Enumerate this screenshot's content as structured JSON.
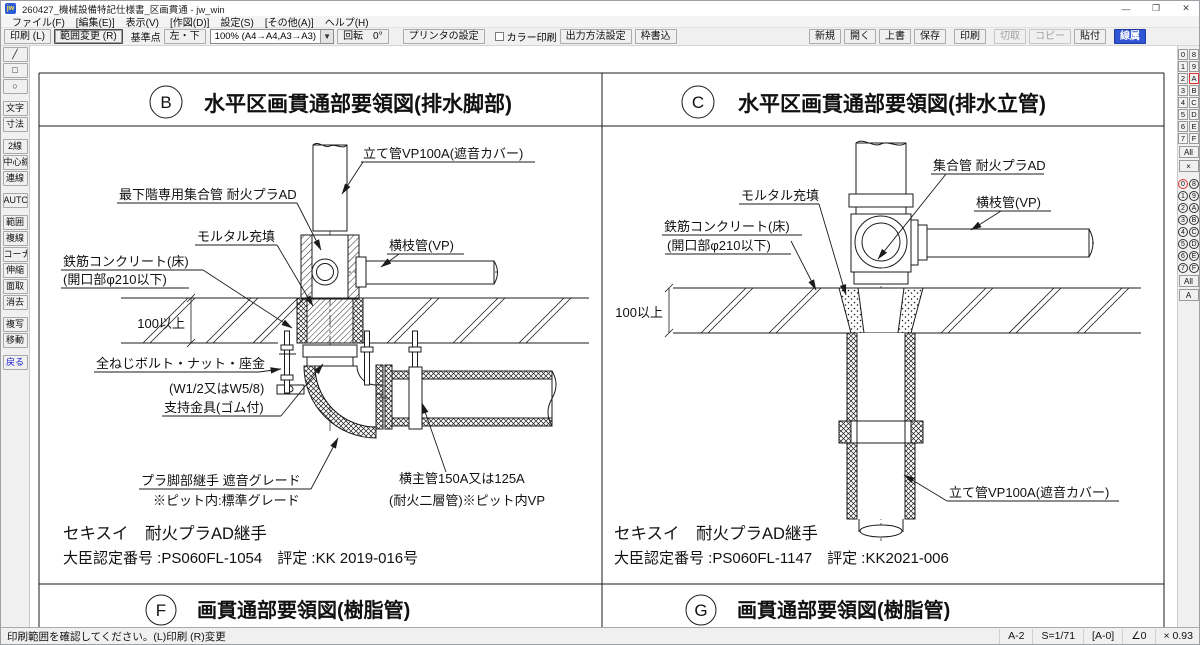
{
  "window": {
    "icon": "jw",
    "title": "260427_機械設備特記仕様書_区画貫通 - jw_win",
    "minimize": "—",
    "restore": "❐",
    "close": "✕"
  },
  "menu": {
    "items": [
      "ファイル(F)",
      "[編集(E)]",
      "表示(V)",
      "[作図(D)]",
      "設定(S)",
      "[その他(A)]",
      "ヘルプ(H)"
    ]
  },
  "toolbar": {
    "print_l": "印刷 (L)",
    "range_change": "範囲変更 (R)",
    "base_point_label": "基準点",
    "base_point_value": "左・下",
    "scale_value": "100% (A4→A4,A3→A3)",
    "rotate": "回転　0°",
    "printer_setup": "プリンタの設定",
    "color_print": "カラー印刷",
    "output_method": "出力方法設定",
    "frame_write": "枠書込",
    "file_buttons": [
      "新規",
      "開く",
      "上書",
      "保存"
    ],
    "print_button": "印刷",
    "clip_buttons": [
      "切取",
      "コピー",
      "貼付"
    ],
    "line_attr": "線属"
  },
  "tools": {
    "items": [
      "╱",
      "□",
      "○",
      "文字",
      "寸法",
      "2線",
      "中心線",
      "連線",
      "AUTO",
      "範囲",
      "複線",
      "コーナー",
      "伸縮",
      "面取",
      "消去",
      "複写",
      "移動",
      "戻る"
    ]
  },
  "layers": {
    "group_cells": [
      "0",
      "8",
      "1",
      "9",
      "2",
      "A",
      "3",
      "B",
      "4",
      "C",
      "5",
      "D",
      "6",
      "E",
      "7",
      "F"
    ],
    "group_all": "All",
    "close": "×",
    "layer_cells": [
      "0",
      "8",
      "1",
      "9",
      "2",
      "A",
      "3",
      "B",
      "4",
      "C",
      "5",
      "D",
      "6",
      "E",
      "7",
      "F"
    ],
    "layer_all": "All",
    "layer_a": "A"
  },
  "status": {
    "message": "印刷範囲を確認してください。(L)印刷 (R)変更",
    "fields": [
      "A-2",
      "S=1/71",
      "[A-0]",
      "∠0",
      "× 0.93"
    ]
  },
  "drawings": {
    "b": {
      "callout": "B",
      "title": "水平区画貫通部要領図(排水脚部)",
      "tatekan": "立て管VP100A(遮音カバー)",
      "shugo": "最下階専用集合管 耐火プラAD",
      "mortar": "モルタル充填",
      "rc1": "鉄筋コンクリート(床)",
      "rc2": "(開口部φ210以下)",
      "dim100": "100以上",
      "yokoeda": "横枝管(VP)",
      "bolt1": "全ねじボルト・ナット・座金",
      "bolt2": "(W1/2又はW5/8)",
      "support": "支持金具(ゴム付)",
      "kyaku1": "プラ脚部継手 遮音グレード",
      "kyaku2": "※ピット内:標準グレード",
      "shukan1": "横主管150A又は125A",
      "shukan2": "(耐火二層管)※ピット内VP",
      "maker": "セキスイ　耐火プラAD継手",
      "cert": "大臣認定番号 :PS060FL-1054　評定 :KK 2019-016号"
    },
    "c": {
      "callout": "C",
      "title": "水平区画貫通部要領図(排水立管)",
      "shugokan": "集合管 耐火プラAD",
      "mortar": "モルタル充填",
      "yokoeda": "横枝管(VP)",
      "rc1": "鉄筋コンクリート(床)",
      "rc2": "(開口部φ210以下)",
      "dim100": "100以上",
      "tatekan": "立て管VP100A(遮音カバー)",
      "maker": "セキスイ　耐火プラAD継手",
      "cert": "大臣認定番号 :PS060FL-1147　評定 :KK2021-006"
    },
    "f": {
      "callout": "F",
      "title": "画貫通部要領図(樹脂管)"
    },
    "g": {
      "callout": "G",
      "title": "画貫通部要領図(樹脂管)"
    }
  }
}
